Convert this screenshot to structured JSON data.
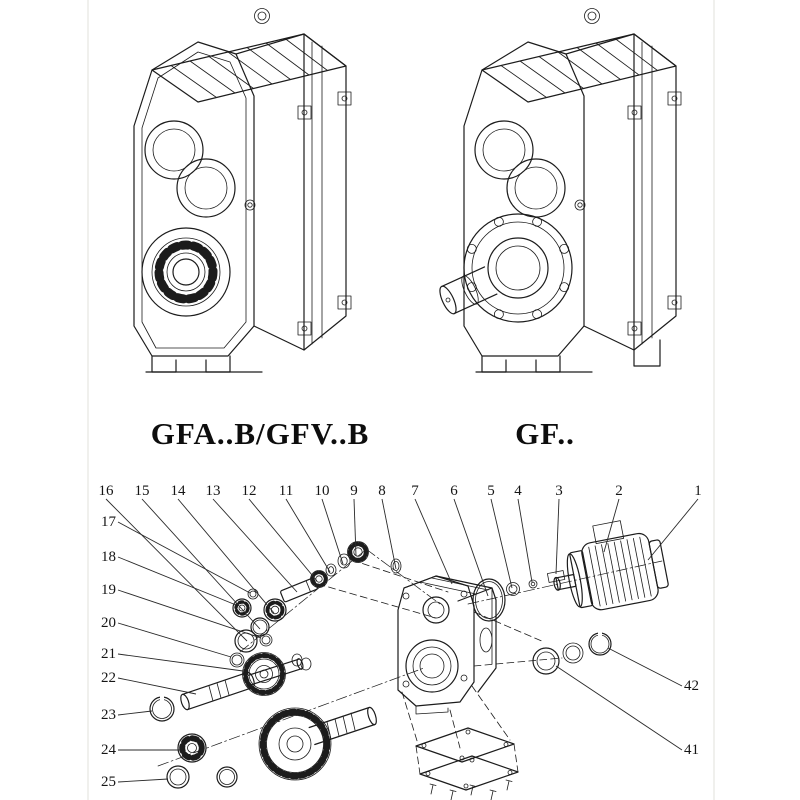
{
  "page": {
    "background": "#ffffff",
    "ink_color": "#1c1c1c"
  },
  "products": [
    {
      "model_label": "GFA..B/GFV..B"
    },
    {
      "model_label": "GF.."
    }
  ],
  "exploded_view": {
    "callouts": {
      "top_row": [
        "16",
        "15",
        "14",
        "13",
        "12",
        "11",
        "10",
        "9",
        "8",
        "7",
        "6",
        "5",
        "4",
        "3",
        "2",
        "1"
      ],
      "left_column": [
        "17",
        "18",
        "19",
        "20",
        "21",
        "22",
        "23",
        "24",
        "25"
      ],
      "right_column": [
        "42",
        "41"
      ]
    }
  }
}
